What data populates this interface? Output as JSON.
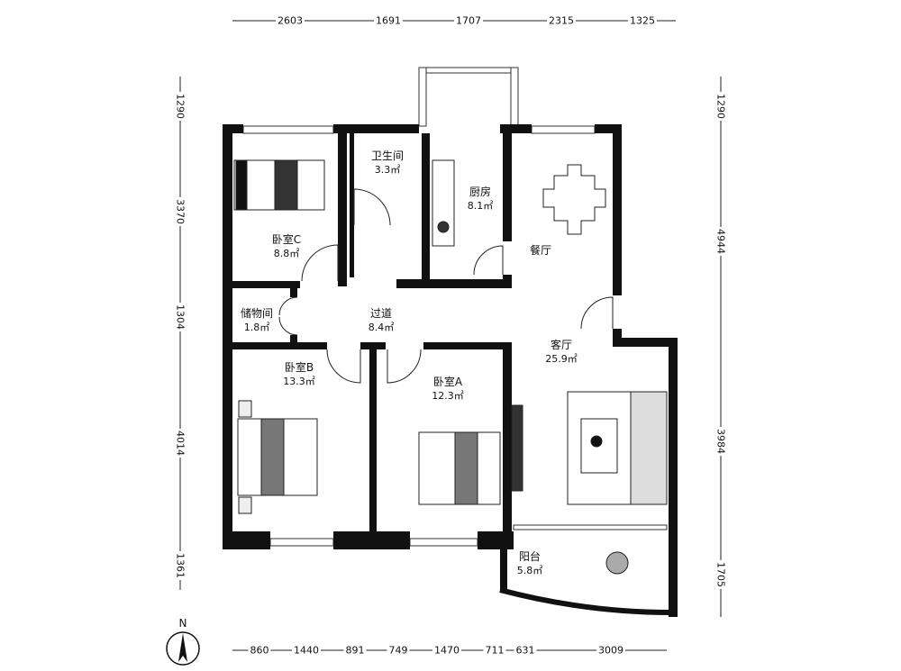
{
  "rooms": [
    {
      "name": "卧室C",
      "area": "8.8㎡"
    },
    {
      "name": "卫生间",
      "area": "3.3㎡"
    },
    {
      "name": "厨房",
      "area": "8.1㎡"
    },
    {
      "name": "餐厅"
    },
    {
      "name": "储物间",
      "area": "1.8㎡"
    },
    {
      "name": "过道",
      "area": "8.4㎡"
    },
    {
      "name": "客厅",
      "area": "25.9㎡"
    },
    {
      "name": "卧室B",
      "area": "13.3㎡"
    },
    {
      "name": "卧室A",
      "area": "12.3㎡"
    },
    {
      "name": "阳台",
      "area": "5.8㎡"
    }
  ],
  "dimensions": {
    "top": [
      "2603",
      "1691",
      "1707",
      "2315",
      "1325"
    ],
    "bottom": [
      "860",
      "1440",
      "891",
      "749",
      "1470",
      "711",
      "631",
      "3009"
    ],
    "left": [
      "1290",
      "3370",
      "1304",
      "4014",
      "1361"
    ],
    "right": [
      "1290",
      "4944",
      "3984",
      "1705"
    ]
  },
  "compass": {
    "label": "N"
  }
}
